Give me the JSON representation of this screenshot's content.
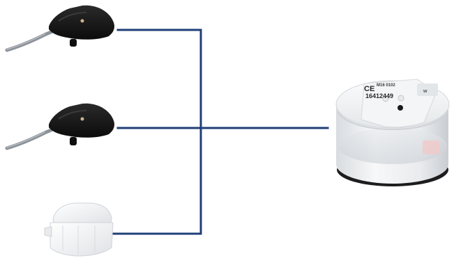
{
  "colors": {
    "background": "#ffffff",
    "connector_line": "#1f3f77",
    "black_sensor": "#141414",
    "cable": "#8c9299",
    "white_housing": "#f2f3f5"
  },
  "devices": [
    {
      "kind": "black-sensor-module",
      "icon": "black-half-dome-sensor-with-cable"
    },
    {
      "kind": "black-sensor-module",
      "icon": "black-half-dome-sensor-with-cable"
    },
    {
      "kind": "white-sensor-module",
      "icon": "white-sensor-cap"
    },
    {
      "kind": "round-base-unit",
      "icon": "round-white-receiver"
    }
  ],
  "receiver": {
    "ce_mark": "CE",
    "model": "M16 0102",
    "serial": "16412449",
    "side_mark": "w"
  }
}
